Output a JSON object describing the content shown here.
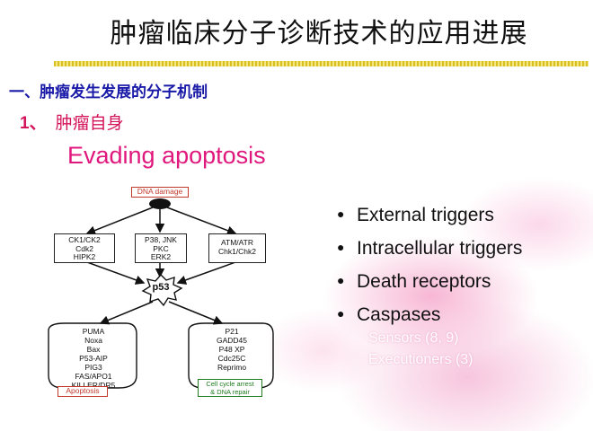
{
  "slide": {
    "title": "肿瘤临床分子诊断技术的应用进展",
    "section_heading": "一、肿瘤发生发展的分子机制",
    "subheading_number": "1、",
    "subheading_text": "肿瘤自身",
    "topic": "Evading apoptosis"
  },
  "diagram": {
    "trigger_label": "DNA damage",
    "kinase_boxes": [
      {
        "lines": [
          "CK1/CK2",
          "Cdk2",
          "HIPK2"
        ]
      },
      {
        "lines": [
          "P38, JNK",
          "PKC",
          "ERK2"
        ]
      },
      {
        "lines": [
          "ATM/ATR",
          "Chk1/Chk2"
        ]
      }
    ],
    "hub_label": "p53",
    "apoptosis_genes": [
      "PUMA",
      "Noxa",
      "Bax",
      "P53-AIP",
      "PIG3",
      "FAS/APO1",
      "KILLER/DR5"
    ],
    "arrest_genes": [
      "P21",
      "GADD45",
      "P48 XP",
      "Cdc25C",
      "Reprimo"
    ],
    "apoptosis_label": "Apoptosis",
    "arrest_label_lines": [
      "Cell cycle arrest",
      "& DNA repair"
    ]
  },
  "bullets": [
    "External triggers",
    "Intracellular triggers",
    "Death receptors",
    "Caspases"
  ],
  "sub_bullets": [
    "Sensors (8, 9)",
    "Executioners (3)"
  ],
  "colors": {
    "section_heading": "#1a1aa8",
    "accent_pink": "#e0177d",
    "title_rule": "#d9c020"
  }
}
